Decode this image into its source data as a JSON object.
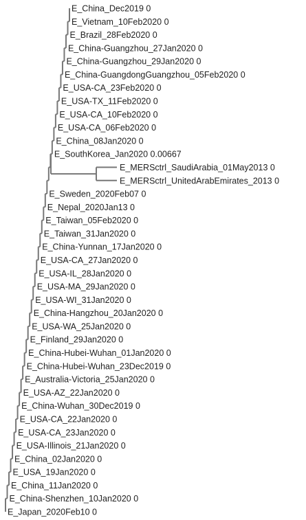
{
  "tree": {
    "branch_color": "#777777",
    "text_color": "#222222",
    "leaves": [
      {
        "name": "E_China_Dec2019",
        "value": "0"
      },
      {
        "name": "E_Vietnam_10Feb2020",
        "value": "0"
      },
      {
        "name": "E_Brazil_28Feb2020",
        "value": "0"
      },
      {
        "name": "E_China-Guangzhou_27Jan2020",
        "value": "0"
      },
      {
        "name": "E_China-Guangzhou_29Jan2020",
        "value": "0"
      },
      {
        "name": "E_China-GuangdongGuangzhou_05Feb2020",
        "value": "0"
      },
      {
        "name": "E_USA-CA_23Feb2020",
        "value": "0"
      },
      {
        "name": "E_USA-TX_11Feb2020",
        "value": "0"
      },
      {
        "name": "E_USA-CA_10Feb2020",
        "value": "0"
      },
      {
        "name": "E_USA-CA_06Feb2020",
        "value": "0"
      },
      {
        "name": "E_China_08Jan2020",
        "value": "0"
      },
      {
        "name": "E_SouthKorea_Jan2020",
        "value": "0.00667"
      },
      {
        "name": "E_MERSctrl_SaudiArabia_01May2013",
        "value": "0"
      },
      {
        "name": "E_MERSctrl_UnitedArabEmirates_2013",
        "value": "0"
      },
      {
        "name": "E_Sweden_2020Feb07",
        "value": "0"
      },
      {
        "name": "E_Nepal_2020Jan13",
        "value": "0"
      },
      {
        "name": "E_Taiwan_05Feb2020",
        "value": "0"
      },
      {
        "name": "E_Taiwan_31Jan2020",
        "value": "0"
      },
      {
        "name": "E_China-Yunnan_17Jan2020",
        "value": "0"
      },
      {
        "name": "E_USA-CA_27Jan2020",
        "value": "0"
      },
      {
        "name": "E_USA-IL_28Jan2020",
        "value": "0"
      },
      {
        "name": "E_USA-MA_29Jan2020",
        "value": "0"
      },
      {
        "name": "E_USA-WI_31Jan2020",
        "value": "0"
      },
      {
        "name": "E_China-Hangzhou_20Jan2020",
        "value": "0"
      },
      {
        "name": "E_USA-WA_25Jan2020",
        "value": "0"
      },
      {
        "name": "E_Finland_29Jan2020",
        "value": "0"
      },
      {
        "name": "E_China-Hubei-Wuhan_01Jan2020",
        "value": "0"
      },
      {
        "name": "E_China-Hubei-Wuhan_23Dec2019",
        "value": "0"
      },
      {
        "name": "E_Australia-Victoria_25Jan2020",
        "value": "0"
      },
      {
        "name": "E_USA-AZ_22Jan2020",
        "value": "0"
      },
      {
        "name": "E_China-Wuhan_30Dec2019",
        "value": "0"
      },
      {
        "name": "E_USA-CA_22Jan2020",
        "value": "0"
      },
      {
        "name": "E_USA-CA_23Jan2020",
        "value": "0"
      },
      {
        "name": "E_USA-Illinois_21Jan2020",
        "value": "0"
      },
      {
        "name": "E_China_02Jan2020",
        "value": "0"
      },
      {
        "name": "E_USA_19Jan2020",
        "value": "0"
      },
      {
        "name": "E_China_11Jan2020",
        "value": "0"
      },
      {
        "name": "E_China-Shenzhen_10Jan2020",
        "value": "0"
      },
      {
        "name": "E_Japan_2020Feb10",
        "value": "0"
      }
    ]
  }
}
